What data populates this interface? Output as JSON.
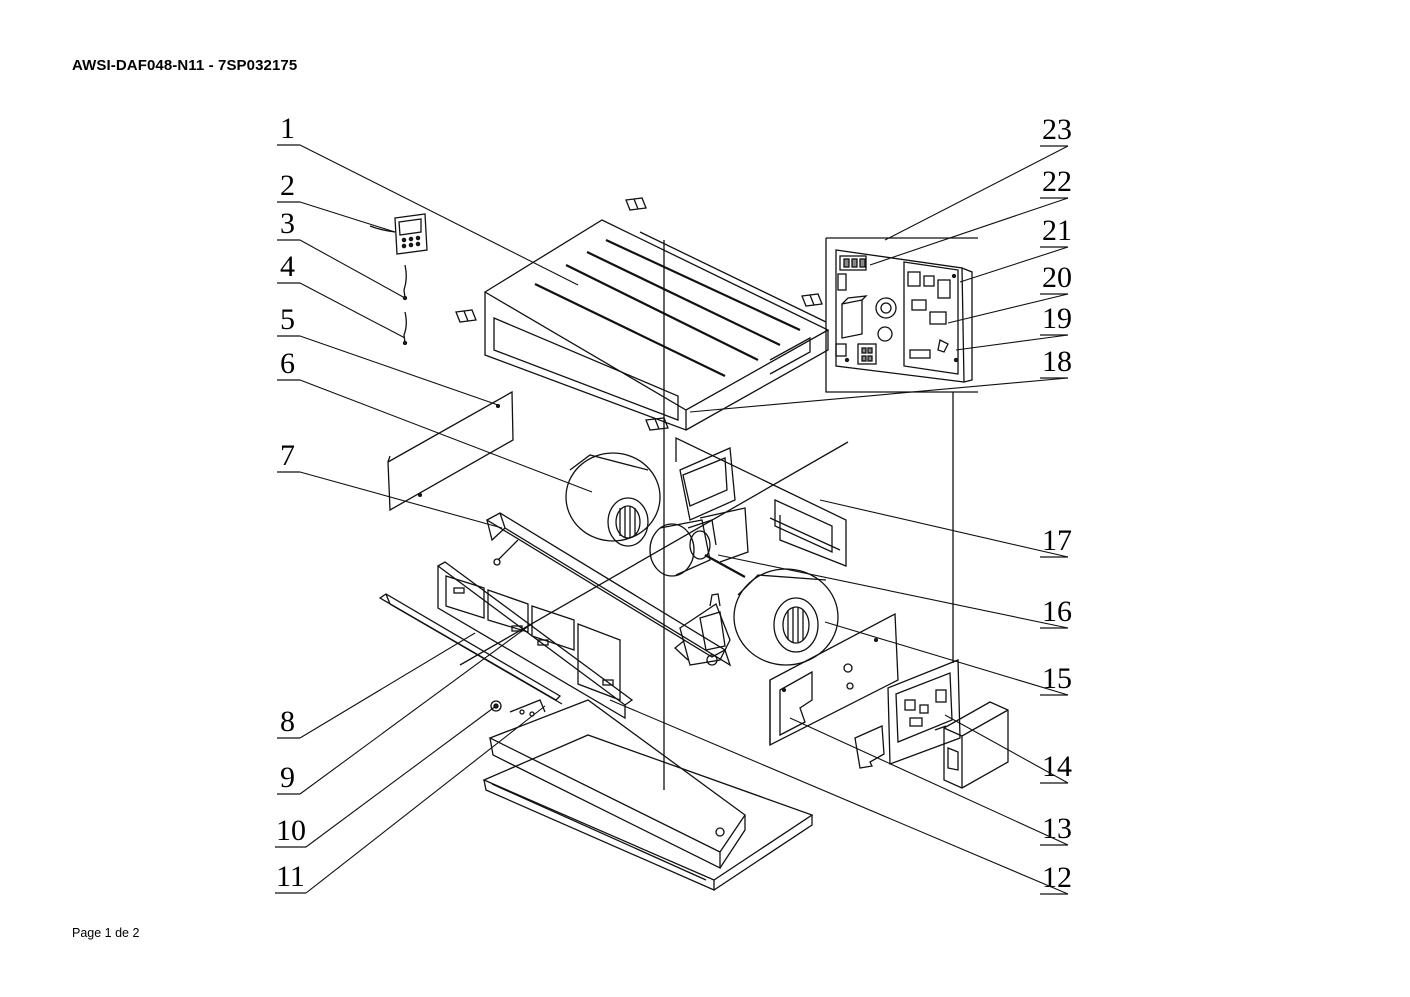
{
  "document": {
    "title": "AWSI-DAF048-N11 - 7SP032175",
    "footer": "Page 1 de 2"
  },
  "callouts": {
    "c1": "1",
    "c2": "2",
    "c3": "3",
    "c4": "4",
    "c5": "5",
    "c6": "6",
    "c7": "7",
    "c8": "8",
    "c9": "9",
    "c10": "10",
    "c11": "11",
    "c12": "12",
    "c13": "13",
    "c14": "14",
    "c15": "15",
    "c16": "16",
    "c17": "17",
    "c18": "18",
    "c19": "19",
    "c20": "20",
    "c21": "21",
    "c22": "22",
    "c23": "23"
  }
}
